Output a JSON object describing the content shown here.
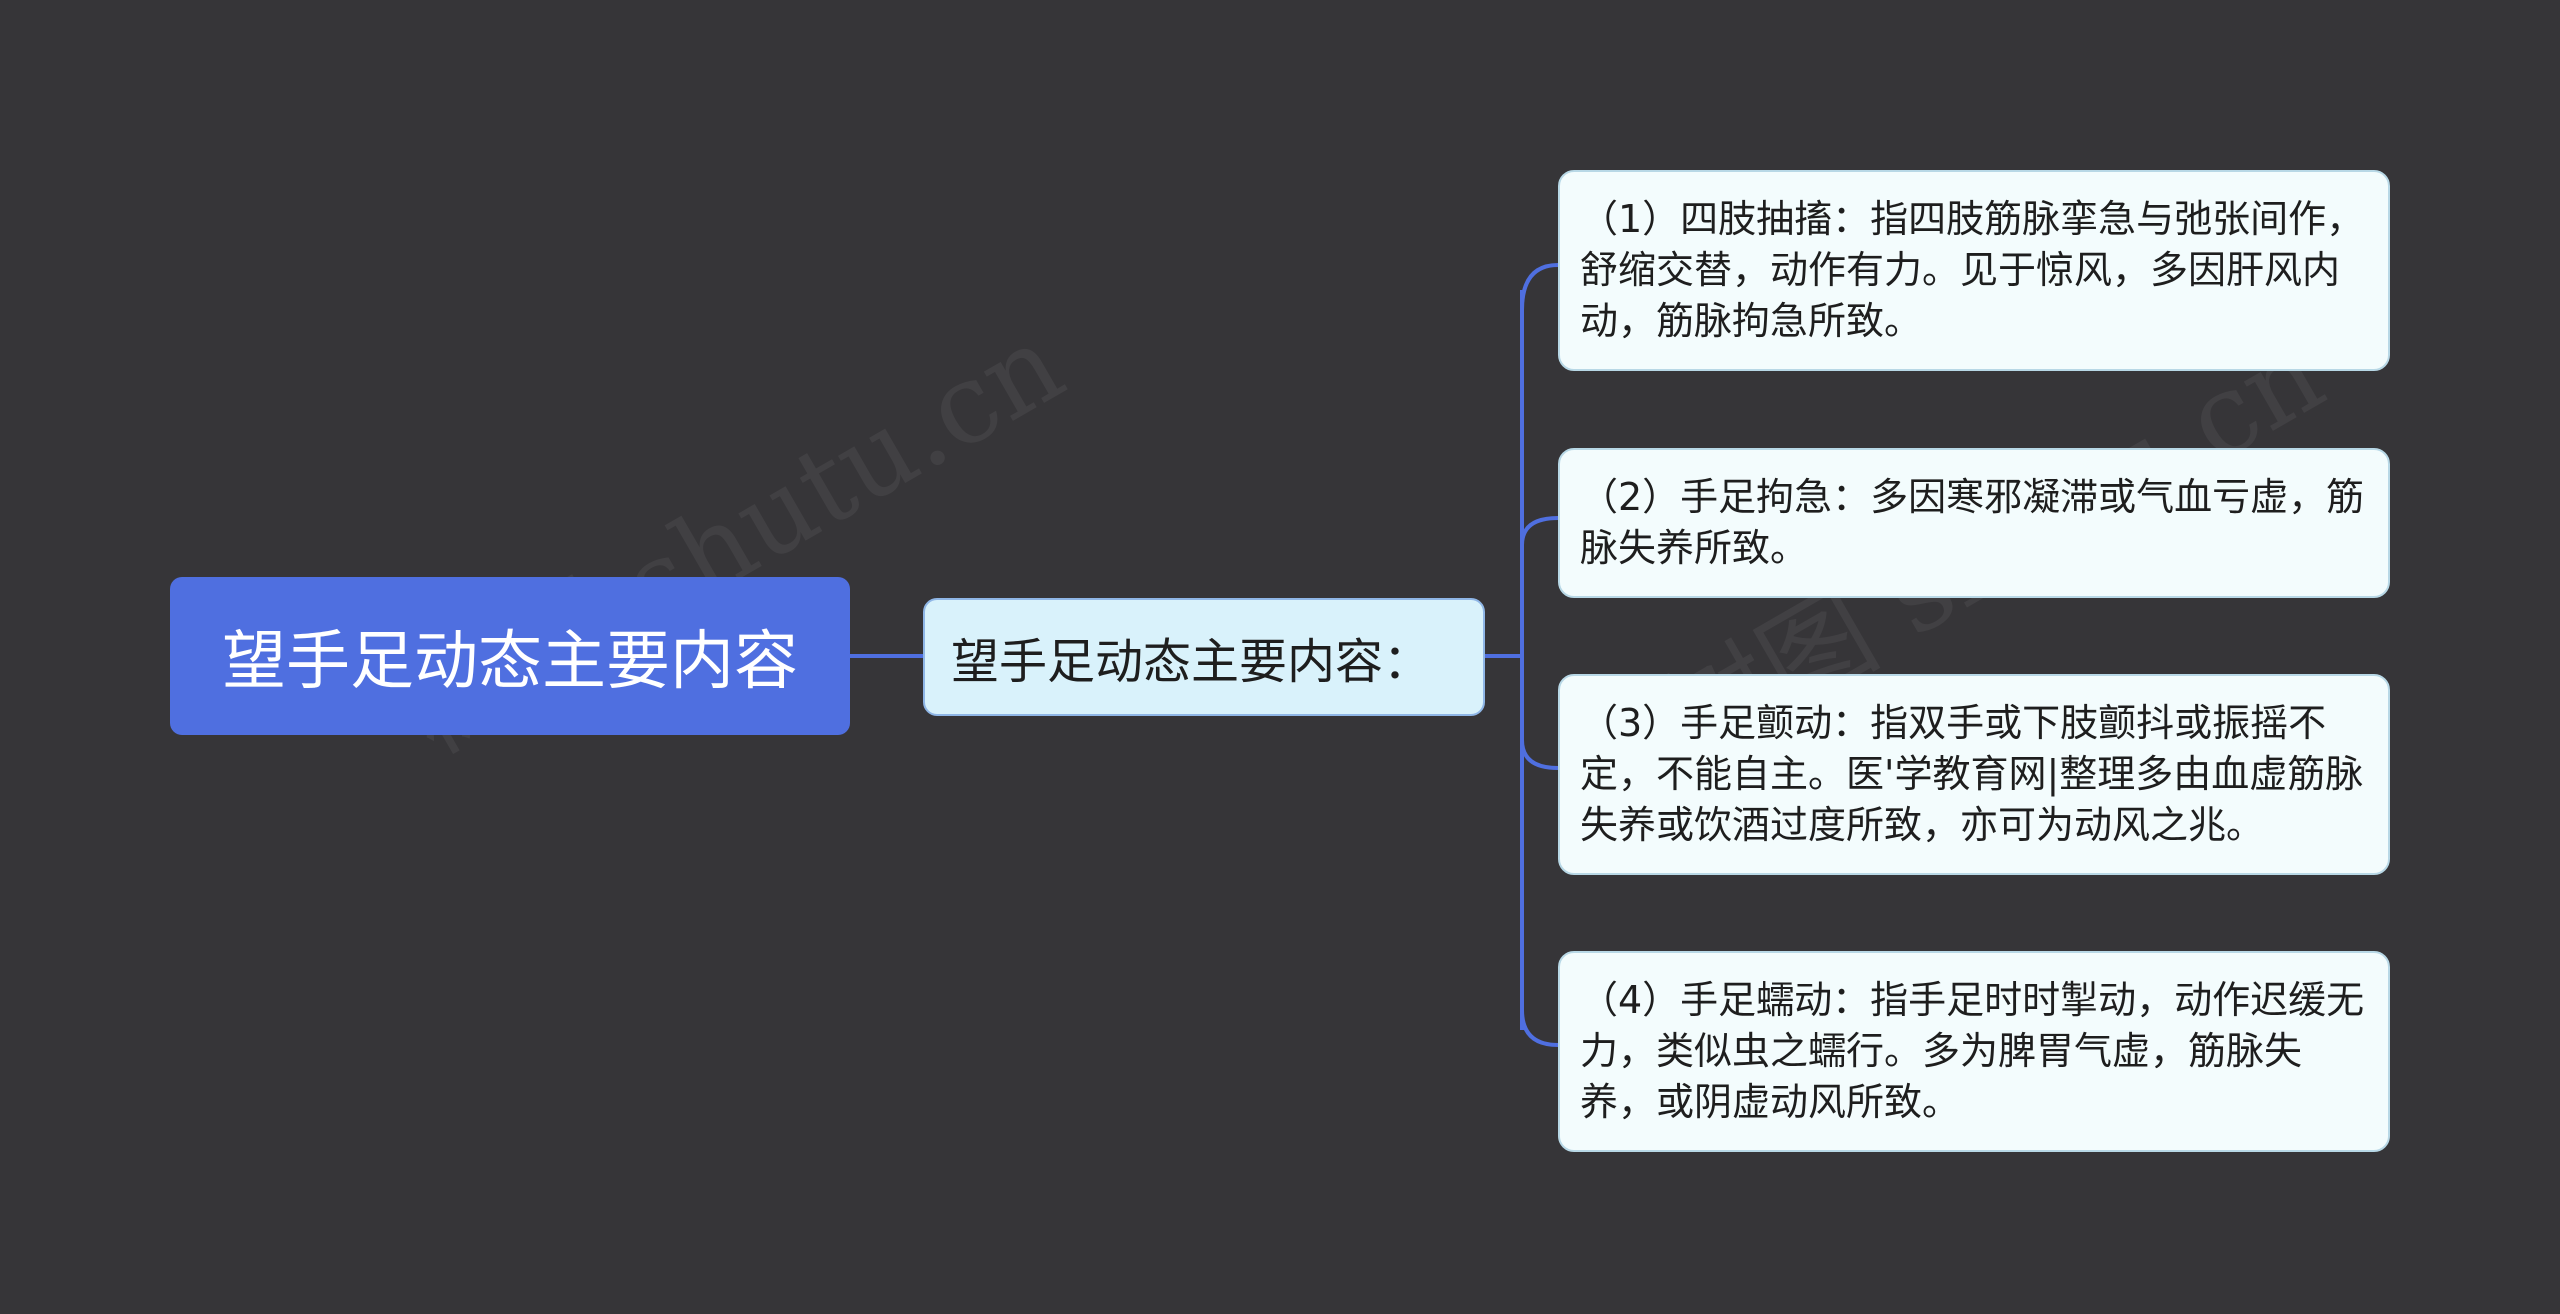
{
  "root": {
    "label": "望手足动态主要内容"
  },
  "topic": {
    "label": "望手足动态主要内容："
  },
  "items": [
    {
      "text": "（1）四肢抽搐：指四肢筋脉挛急与弛张间作，舒缩交替，动作有力。见于惊风，多因肝风内动，筋脉拘急所致。"
    },
    {
      "text": "（2）手足拘急：多因寒邪凝滞或气血亏虚，筋脉失养所致。"
    },
    {
      "text": "（3）手足颤动：指双手或下肢颤抖或振摇不定，不能自主。医'学教育网|整理多由血虚筋脉失养或饮酒过度所致，亦可为动风之兆。"
    },
    {
      "text": "（4）手足蠕动：指手足时时掣动，动作迟缓无力，类似虫之蠕行。多为脾胃气虚，筋脉失养，或阴虚动风所致。"
    }
  ],
  "colors": {
    "background": "#363538",
    "root_fill": "#4f6fe0",
    "topic_fill": "#d9f2fb",
    "leaf_fill": "#f3fcfd",
    "connector": "#4f6fe0"
  },
  "watermarks": [
    "树图 shutu.cn",
    "树图 shutu.cn"
  ]
}
